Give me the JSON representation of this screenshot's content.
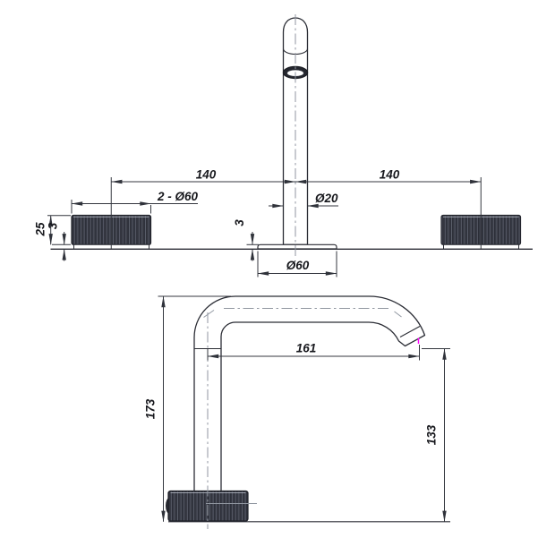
{
  "drawing_labels": {
    "front_view": {
      "spout_to_left_handle": "140",
      "spout_to_right_handle": "140",
      "handle_diameters": "2 - Ø60",
      "spout_column_diameter": "Ø20",
      "spout_base_diameter": "Ø60",
      "handle_height": "25",
      "handle_base_height": "3",
      "spout_base_plate_height": "3"
    },
    "side_view": {
      "overall_height": "173",
      "spout_reach": "161",
      "outlet_height": "133"
    }
  },
  "colors": {
    "outline": "#2b2d35",
    "dimension": "#34373f",
    "centerline": "#9096a0",
    "knurl_dark": "#2a2c35",
    "knurl_light": "#5d616e",
    "tip_marker": "#ff00ff",
    "background": "#ffffff"
  }
}
